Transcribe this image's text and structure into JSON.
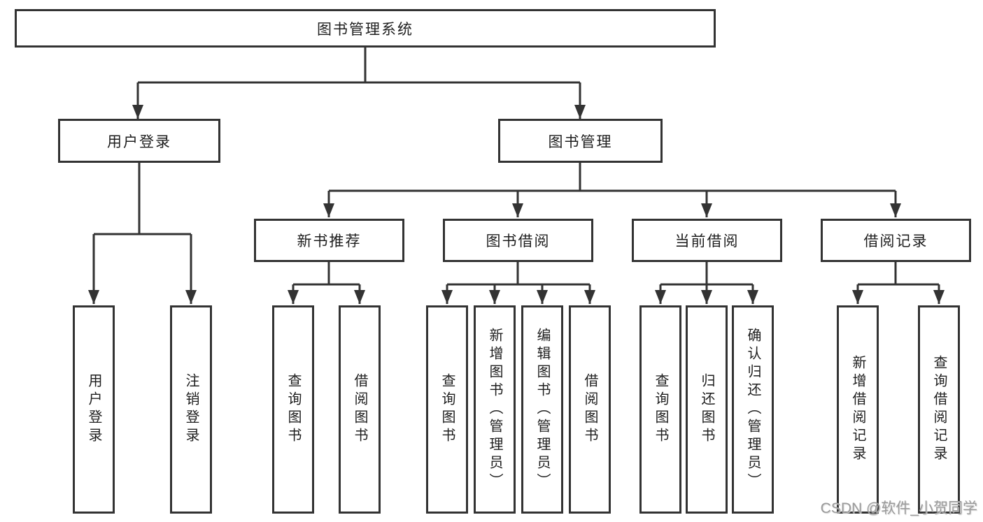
{
  "diagram": {
    "root": {
      "label": "图书管理系统"
    },
    "level1": [
      {
        "label": "用户登录"
      },
      {
        "label": "图书管理"
      }
    ],
    "level2": [
      {
        "label": "新书推荐"
      },
      {
        "label": "图书借阅"
      },
      {
        "label": "当前借阅"
      },
      {
        "label": "借阅记录"
      }
    ],
    "leaves": {
      "user_login": [
        "用户登录",
        "注销登录"
      ],
      "new_book": [
        "查询图书",
        "借阅图书"
      ],
      "book_borrow": [
        "查询图书",
        "新增图书（管理员）",
        "编辑图书（管理员）",
        "借阅图书"
      ],
      "current_borrow": [
        "查询图书",
        "归还图书",
        "确认归还（管理员）"
      ],
      "borrow_records": [
        "新增借阅记录",
        "查询借阅记录"
      ]
    }
  },
  "watermark": "CSDN @软件_小贺同学",
  "colors": {
    "line": "#333333",
    "box_border": "#333333",
    "text": "#1e1e1e",
    "watermark": "#9b9b9b",
    "background": "#ffffff"
  }
}
